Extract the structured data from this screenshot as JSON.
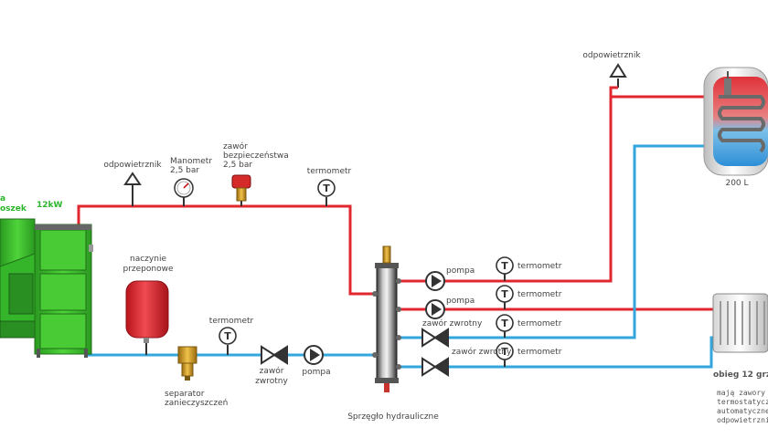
{
  "colors": {
    "hot": "#e0262e",
    "cold": "#33a6dc",
    "boiler_green": "#3fbf2f",
    "vessel_red": "#e3313c"
  },
  "boiler": {
    "label_left_1": "a",
    "label_left_2": "oszek",
    "power": "12kW"
  },
  "labels": {
    "vent_top": "odpowietrznik",
    "vent_left": "odpowietrznik",
    "manometer_1": "Manometr",
    "manometer_2": "2,5 bar",
    "safety_1": "zawór",
    "safety_2": "bezpieczeństwa",
    "safety_3": "2,5 bar",
    "thermo_top": "termometr",
    "expansion_1": "naczynie",
    "expansion_2": "przeponowe",
    "thermo_return": "termometr",
    "separator_1": "separator",
    "separator_2": "zanieczyszczeń",
    "check_valve_1": "zawór",
    "check_valve_2": "zwrotny",
    "pump_return": "pompa",
    "coupling": "Sprzęgło hydrauliczne",
    "tank": "200 L",
    "circuit": "obieg 12 grz",
    "note_1": "mają zawory",
    "note_2": "termostatyczn",
    "note_3": "automatyczne",
    "note_4": "odpowietrzni"
  },
  "outputs": [
    {
      "device": "pompa",
      "thermo": "termometr"
    },
    {
      "device": "pompa",
      "thermo": "termometr"
    },
    {
      "device": "zawór zwrotny",
      "thermo": "termometr"
    },
    {
      "device": "zawór zwrotny",
      "thermo": "termometr"
    }
  ],
  "icons": {
    "thermometer": "thermometer-icon",
    "pump": "pump-icon",
    "check_valve": "check-valve-icon",
    "vent": "air-vent-icon",
    "manometer": "manometer-icon"
  }
}
